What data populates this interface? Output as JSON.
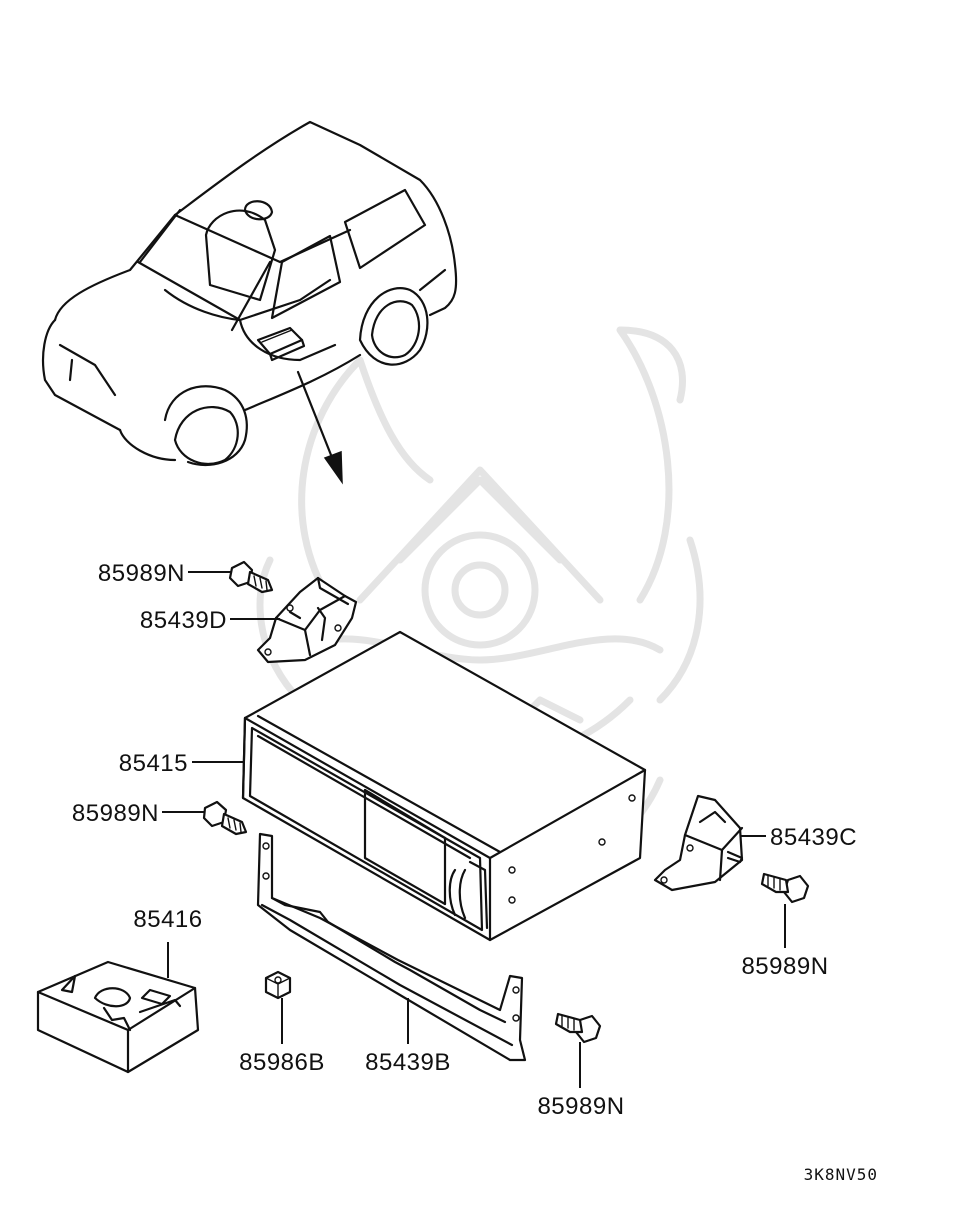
{
  "diagram": {
    "drawing_code": "3K8NV50",
    "parts": [
      {
        "id": "bolt-top",
        "number": "85989N"
      },
      {
        "id": "bracket-d",
        "number": "85439D"
      },
      {
        "id": "changer",
        "number": "85415"
      },
      {
        "id": "bolt-left",
        "number": "85989N"
      },
      {
        "id": "bracket-c",
        "number": "85439C"
      },
      {
        "id": "bolt-right",
        "number": "85989N"
      },
      {
        "id": "magazine",
        "number": "85416"
      },
      {
        "id": "nut",
        "number": "85986B"
      },
      {
        "id": "bracket-b",
        "number": "85439B"
      },
      {
        "id": "bolt-bottom",
        "number": "85989N"
      }
    ]
  }
}
